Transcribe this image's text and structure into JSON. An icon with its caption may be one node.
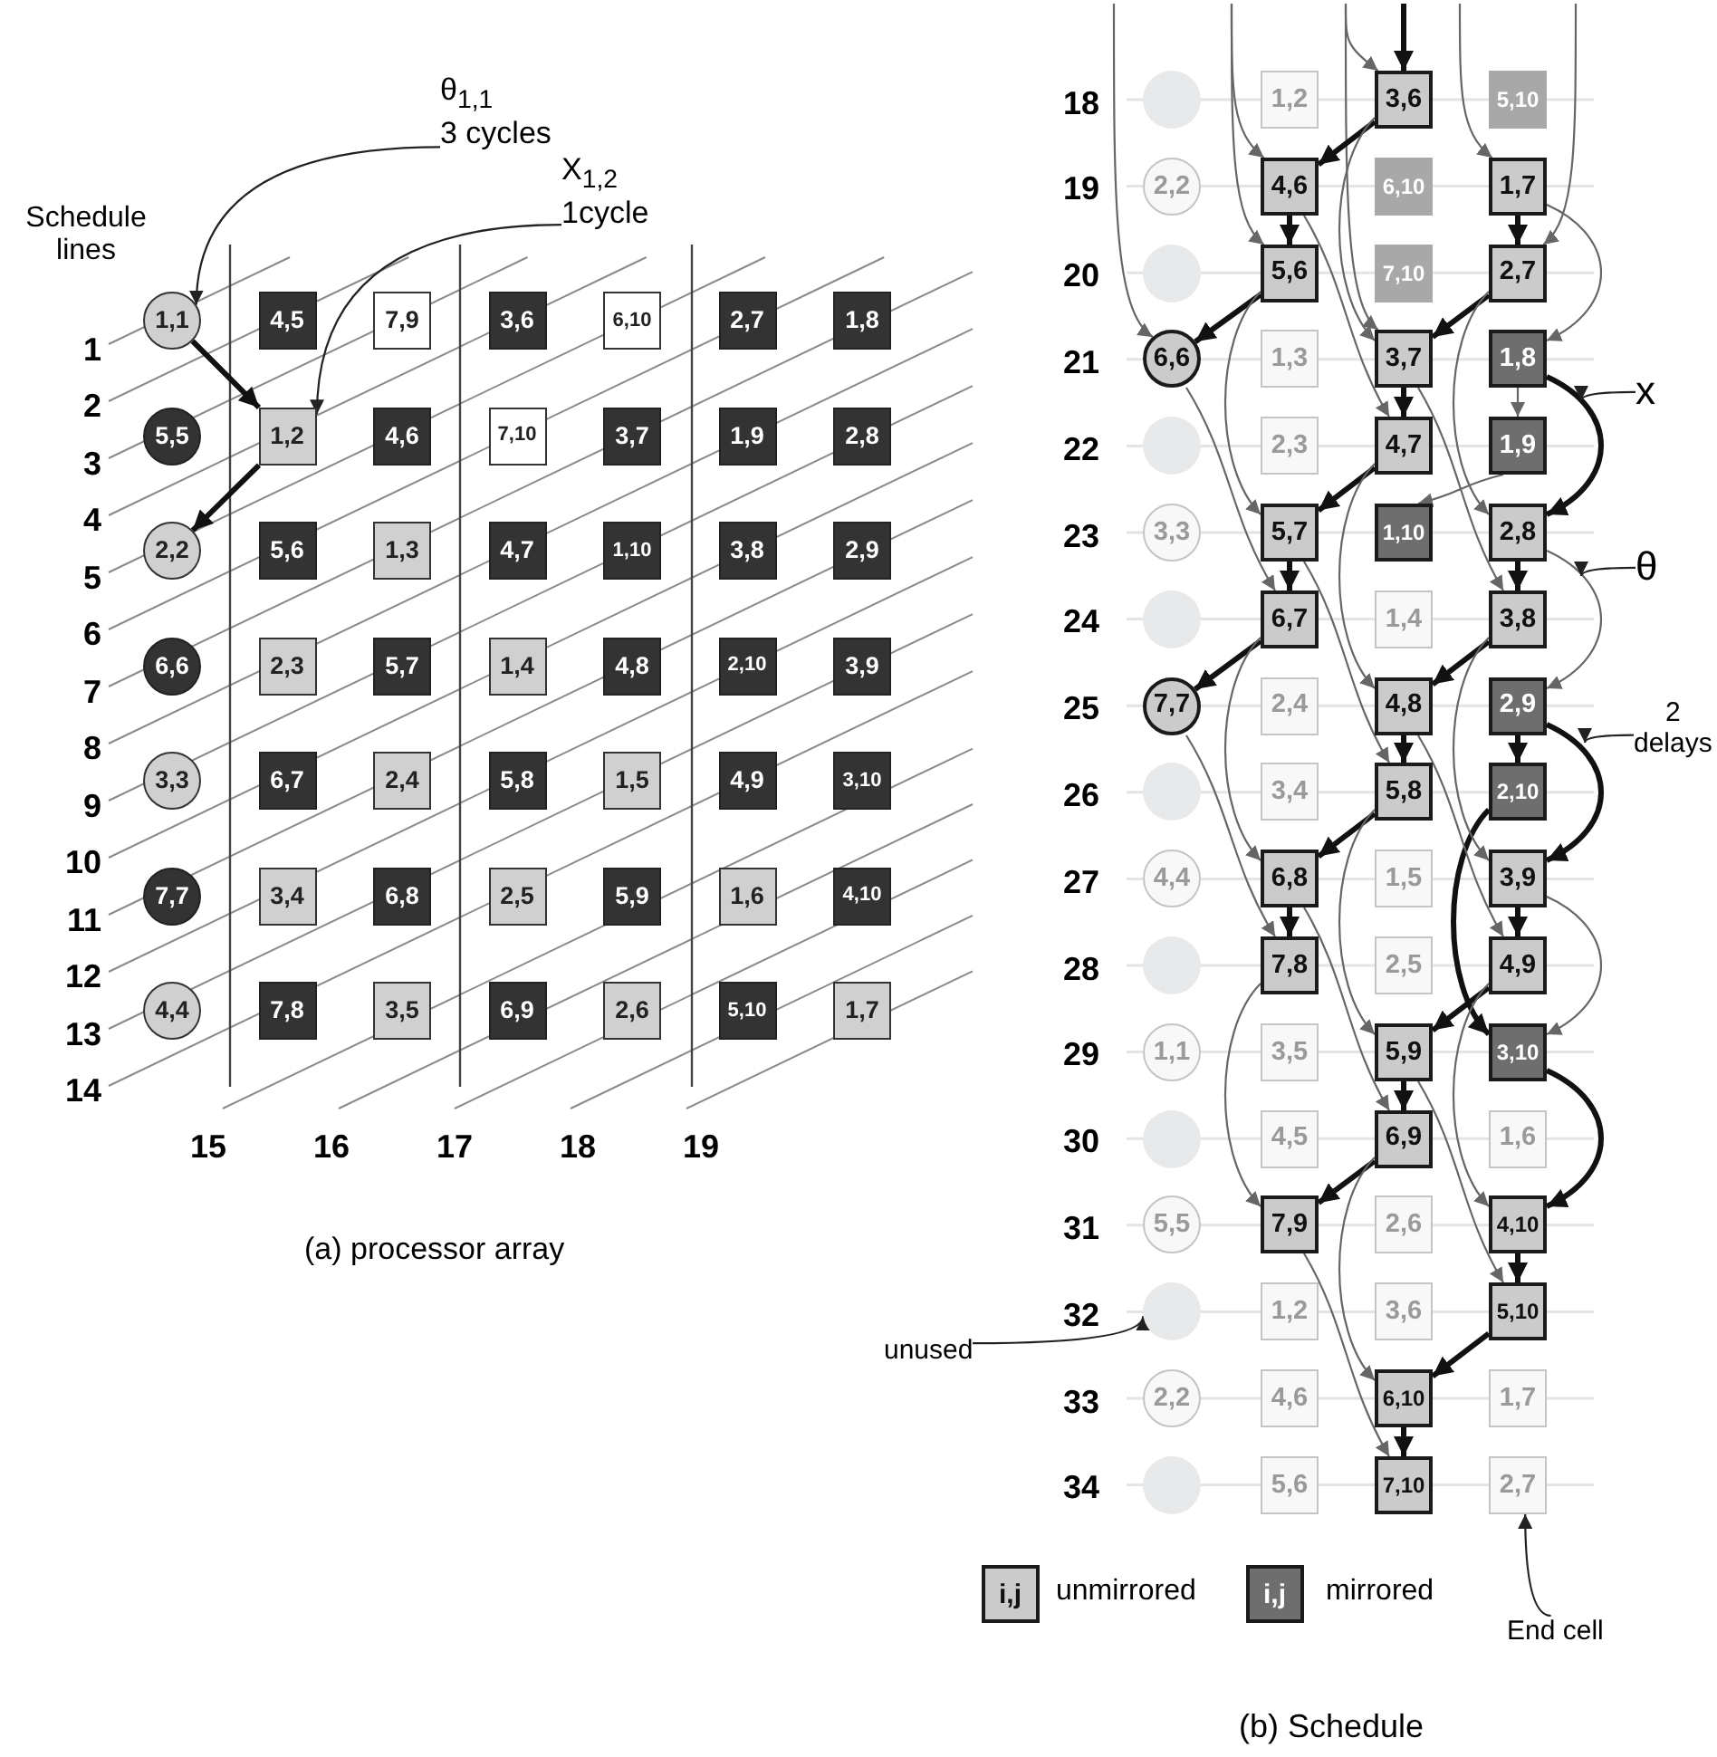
{
  "diagram": {
    "nodes": [
      {
        "text": [
          "θ$_{1,1}$ 3 cycles"
        ]
      },
      {
        "text": [
          "X$_{1,2}$ 1cycle"
        ]
      },
      {
        "text": [
          "1,1"
        ]
      },
      {
        "text": [
          "4,5"
        ]
      },
      {
        "text": [
          "7,9"
        ]
      },
      {
        "text": [
          "3,6"
        ]
      },
      {
        "text": [
          "6,10"
        ]
      },
      {
        "text": [
          "2,7"
        ]
      },
      {
        "text": [
          "1,8"
        ]
      },
      {
        "text": [
          "5,5"
        ]
      },
      {
        "text": [
          "1,2"
        ]
      },
      {
        "text": [
          "4,6"
        ]
      },
      {
        "text": [
          "7,10"
        ]
      },
      {
        "text": [
          "3,7"
        ]
      },
      {
        "text": [
          "1,9"
        ]
      },
      {
        "text": [
          "2,8"
        ]
      },
      {
        "text": [
          "2,2"
        ]
      },
      {
        "text": [
          "5,6"
        ]
      },
      {
        "text": [
          "1,3"
        ]
      },
      {
        "text": [
          "4,7"
        ]
      },
      {
        "text": [
          "1,10"
        ]
      },
      {
        "text": [
          "3,8"
        ]
      },
      {
        "text": [
          "2,9"
        ]
      },
      {
        "text": [
          "6,6"
        ]
      },
      {
        "text": [
          "2,3"
        ]
      },
      {
        "text": [
          "5,7"
        ]
      },
      {
        "text": [
          "1,4"
        ]
      },
      {
        "text": [
          "4,8"
        ]
      },
      {
        "text": [
          "2,10"
        ]
      },
      {
        "text": [
          "3,9"
        ]
      },
      {
        "text": [
          "3,3"
        ]
      },
      {
        "text": [
          "6,7"
        ]
      },
      {
        "text": [
          "2,4"
        ]
      },
      {
        "text": [
          "5,8"
        ]
      },
      {
        "text": [
          "1,5"
        ]
      },
      {
        "text": [
          "4,9"
        ]
      },
      {
        "text": [
          "3,10"
        ]
      },
      {
        "text": [
          "7,7"
        ]
      },
      {
        "text": [
          "3,4"
        ]
      },
      {
        "text": [
          "6,8"
        ]
      },
      {
        "text": [
          "2,5"
        ]
      },
      {
        "text": [
          "5,9"
        ]
      },
      {
        "text": [
          "1,6"
        ]
      },
      {
        "text": [
          "4,10"
        ]
      },
      {
        "text": [
          "4,4"
        ]
      },
      {
        "text": [
          "7,8"
        ]
      },
      {
        "text": [
          "3,5"
        ]
      },
      {
        "text": [
          "6,9"
        ]
      },
      {
        "text": [
          "2,6"
        ]
      },
      {
        "text": [
          "5,10"
        ]
      },
      {
        "text": [
          "1,7"
        ]
      },
      {
        "text": [],
        "shape": "circle"
      },
      {
        "text": [
          "1,2"
        ]
      },
      {
        "text": [
          "3,6"
        ]
      },
      {
        "text": [
          "5,10"
        ]
      },
      {
        "text": [
          "2,2"
        ]
      },
      {
        "text": [
          "4,6"
        ]
      },
      {
        "text": [
          "6,10"
        ]
      },
      {
        "text": [
          "1,7"
        ]
      },
      {
        "text": [],
        "shape": "circle"
      },
      {
        "text": [
          "5,6"
        ]
      },
      {
        "text": [
          "7,10"
        ]
      },
      {
        "text": [
          "2,7"
        ]
      },
      {
        "text": [
          "6,6"
        ]
      },
      {
        "text": [
          "1,3"
        ]
      },
      {
        "text": [
          "3,7"
        ]
      },
      {
        "text": [
          "1,8"
        ]
      },
      {
        "text": [],
        "shape": "circle"
      },
      {
        "text": [
          "2,3"
        ]
      },
      {
        "text": [
          "4,7"
        ]
      },
      {
        "text": [
          "1,9"
        ]
      },
      {
        "text": [
          "3,3"
        ]
      },
      {
        "text": [
          "5,7"
        ]
      },
      {
        "text": [
          "1,10"
        ]
      },
      {
        "text": [
          "2,8"
        ]
      },
      {
        "text": [],
        "shape": "circle"
      },
      {
        "text": [
          "6,7"
        ]
      },
      {
        "text": [
          "1,4"
        ]
      },
      {
        "text": [
          "3,8"
        ]
      },
      {
        "text": [
          "7,7"
        ]
      },
      {
        "text": [
          "2,4"
        ]
      },
      {
        "text": [
          "4,8"
        ]
      },
      {
        "text": [
          "2,9"
        ]
      },
      {
        "text": [],
        "shape": "circle"
      },
      {
        "text": [
          "3,4"
        ]
      },
      {
        "text": [
          "5,8"
        ]
      },
      {
        "text": [
          "2,10"
        ]
      },
      {
        "text": [
          "4,4"
        ]
      },
      {
        "text": [
          "6,8"
        ]
      },
      {
        "text": [
          "1,5"
        ]
      },
      {
        "text": [
          "3,9"
        ]
      },
      {
        "text": [],
        "shape": "circle"
      },
      {
        "text": [
          "7,8"
        ]
      },
      {
        "text": [
          "2,5"
        ]
      },
      {
        "text": [
          "4,9"
        ]
      },
      {
        "text": [
          "1,1"
        ]
      },
      {
        "text": [
          "3,5"
        ]
      },
      {
        "text": [
          "5,9"
        ]
      },
      {
        "text": [
          "3,10"
        ]
      },
      {
        "text": [],
        "shape": "circle"
      },
      {
        "text": [
          "4,5"
        ]
      },
      {
        "text": [
          "6,9"
        ]
      },
      {
        "text": [
          "1,6"
        ]
      },
      {
        "text": [
          "5,5"
        ]
      },
      {
        "text": [
          "7,9"
        ]
      },
      {
        "text": [
          "2,6"
        ]
      },
      {
        "text": [
          "4,10"
        ]
      },
      {
        "text": [],
        "shape": "circle"
      },
      {
        "text": [
          "1,2"
        ]
      },
      {
        "text": [
          "3,6"
        ]
      },
      {
        "text": [
          "5,10"
        ]
      },
      {
        "text": [
          "2,2"
        ]
      },
      {
        "text": [
          "4,6"
        ]
      },
      {
        "text": [
          "6,10"
        ]
      },
      {
        "text": [
          "1,7"
        ]
      },
      {
        "text": [],
        "shape": "circle"
      },
      {
        "text": [
          "5,6"
        ]
      },
      {
        "text": [
          "7,10"
        ]
      },
      {
        "text": [
          "2,7"
        ]
      },
      {
        "text": [
          "x"
        ]
      },
      {
        "text": [
          "θ"
        ]
      },
      {
        "text": [
          "2 delays"
        ]
      },
      {
        "text": [
          "unused"
        ]
      },
      {
        "text": [
          "End cell"
        ]
      }
    ],
    "edges": [
      {
        "from": 2,
        "to": 10,
        "arrow": "to",
        "style": "thick",
        "color": "#111111"
      },
      {
        "from": 10,
        "to": 16,
        "arrow": "to",
        "style": "thick",
        "color": "#111111"
      },
      {
        "from": 0,
        "to": 2,
        "arrow": "to"
      },
      {
        "from": 1,
        "to": 10,
        "arrow": "to"
      },
      {
        "from": null,
        "to": 53,
        "arrow": "to",
        "style": "thick",
        "color": "#111111"
      },
      {
        "from": null,
        "to": 53,
        "arrow": "to"
      },
      {
        "from": null,
        "to": 56,
        "arrow": "to"
      },
      {
        "from": null,
        "to": 58,
        "arrow": "to"
      },
      {
        "from": null,
        "to": 60,
        "arrow": "to"
      },
      {
        "from": null,
        "to": 62,
        "arrow": "to"
      },
      {
        "from": null,
        "to": 63,
        "arrow": "to"
      },
      {
        "from": null,
        "to": 65,
        "arrow": "to"
      },
      {
        "from": 53,
        "to": 56,
        "arrow": "to",
        "style": "thick",
        "color": "#111111"
      },
      {
        "from": 56,
        "to": 60,
        "arrow": "to",
        "style": "thick",
        "color": "#111111"
      },
      {
        "from": 60,
        "to": 63,
        "arrow": "to",
        "style": "thick",
        "color": "#111111"
      },
      {
        "from": 58,
        "to": 62,
        "arrow": "to",
        "style": "thick",
        "color": "#111111"
      },
      {
        "from": 62,
        "to": 65,
        "arrow": "to",
        "style": "thick",
        "color": "#111111"
      },
      {
        "from": 65,
        "to": 69,
        "arrow": "to",
        "style": "thick",
        "color": "#111111"
      },
      {
        "from": 69,
        "to": 72,
        "arrow": "to",
        "style": "thick",
        "color": "#111111"
      },
      {
        "from": 72,
        "to": 76,
        "arrow": "to",
        "style": "thick",
        "color": "#111111"
      },
      {
        "from": 76,
        "to": 79,
        "arrow": "to",
        "style": "thick",
        "color": "#111111"
      },
      {
        "from": 66,
        "to": 74,
        "arrow": "to",
        "style": "thick",
        "color": "#111111"
      },
      {
        "from": 74,
        "to": 78,
        "arrow": "to",
        "style": "thick",
        "color": "#111111"
      },
      {
        "from": 78,
        "to": 81,
        "arrow": "to",
        "style": "thick",
        "color": "#111111"
      },
      {
        "from": 81,
        "to": 85,
        "arrow": "to",
        "style": "thick",
        "color": "#111111"
      },
      {
        "from": 85,
        "to": 88,
        "arrow": "to",
        "style": "thick",
        "color": "#111111"
      },
      {
        "from": 88,
        "to": 92,
        "arrow": "to",
        "style": "thick",
        "color": "#111111"
      },
      {
        "from": 82,
        "to": 86,
        "arrow": "to",
        "style": "thick",
        "color": "#111111"
      },
      {
        "from": 82,
        "to": 90,
        "arrow": "to",
        "style": "thick",
        "color": "#111111"
      },
      {
        "from": 90,
        "to": 94,
        "arrow": "to",
        "style": "thick",
        "color": "#111111"
      },
      {
        "from": 94,
        "to": 97,
        "arrow": "to",
        "style": "thick",
        "color": "#111111"
      },
      {
        "from": 97,
        "to": 101,
        "arrow": "to",
        "style": "thick",
        "color": "#111111"
      },
      {
        "from": 101,
        "to": 104,
        "arrow": "to",
        "style": "thick",
        "color": "#111111"
      },
      {
        "from": 86,
        "to": 98,
        "arrow": "to",
        "style": "thick",
        "color": "#111111"
      },
      {
        "from": 98,
        "to": 106,
        "arrow": "to",
        "style": "thick",
        "color": "#111111"
      },
      {
        "from": 106,
        "to": 110,
        "arrow": "to",
        "style": "thick",
        "color": "#111111"
      },
      {
        "from": 110,
        "to": 113,
        "arrow": "to",
        "style": "thick",
        "color": "#111111"
      },
      {
        "from": 113,
        "to": 117,
        "arrow": "to",
        "style": "thick",
        "color": "#111111"
      },
      {
        "from": 53,
        "to": 65,
        "arrow": "to"
      },
      {
        "from": 56,
        "to": 69,
        "arrow": "to"
      },
      {
        "from": 60,
        "to": 72,
        "arrow": "to"
      },
      {
        "from": 58,
        "to": 66,
        "arrow": "to"
      },
      {
        "from": 62,
        "to": 74,
        "arrow": "to"
      },
      {
        "from": 63,
        "to": 76,
        "arrow": "to"
      },
      {
        "from": 65,
        "to": 78,
        "arrow": "to"
      },
      {
        "from": 66,
        "to": 70,
        "arrow": "to"
      },
      {
        "from": 70,
        "to": 73,
        "arrow": "to"
      },
      {
        "from": 69,
        "to": 81,
        "arrow": "to"
      },
      {
        "from": 72,
        "to": 85,
        "arrow": "to"
      },
      {
        "from": 76,
        "to": 88,
        "arrow": "to"
      },
      {
        "from": 79,
        "to": 92,
        "arrow": "to"
      },
      {
        "from": 74,
        "to": 82,
        "arrow": "to"
      },
      {
        "from": 78,
        "to": 90,
        "arrow": "to"
      },
      {
        "from": 81,
        "to": 94,
        "arrow": "to"
      },
      {
        "from": 85,
        "to": 97,
        "arrow": "to"
      },
      {
        "from": 88,
        "to": 101,
        "arrow": "to"
      },
      {
        "from": 92,
        "to": 104,
        "arrow": "to"
      },
      {
        "from": 90,
        "to": 98,
        "arrow": "to"
      },
      {
        "from": 94,
        "to": 106,
        "arrow": "to"
      },
      {
        "from": 97,
        "to": 110,
        "arrow": "to"
      },
      {
        "from": 101,
        "to": 113,
        "arrow": "to"
      },
      {
        "from": 104,
        "to": 117,
        "arrow": "to"
      },
      {
        "from": 119,
        "to": null,
        "arrow": "to"
      },
      {
        "from": 120,
        "to": null,
        "arrow": "to"
      },
      {
        "from": 121,
        "to": null,
        "arrow": "to"
      },
      {
        "from": 122,
        "to": 107,
        "arrow": "to"
      },
      {
        "from": 123,
        "to": 118,
        "arrow": "to"
      }
    ],
    "labels": [
      "Schedule lines",
      "1",
      "2",
      "3",
      "4",
      "5",
      "6",
      "7",
      "8",
      "9",
      "10",
      "11",
      "12",
      "13",
      "14",
      "15",
      "16",
      "17",
      "18",
      "19",
      "(a) processor array",
      "18",
      "19",
      "20",
      "21",
      "22",
      "23",
      "24",
      "25",
      "26",
      "27",
      "28",
      "29",
      "30",
      "31",
      "32",
      "33",
      "34",
      "i,j",
      "i,j",
      "(b) Schedule"
    ],
    "legend": [
      {
        "text": "unmirrored",
        "color": "#cbcbcb"
      },
      {
        "text": "mirrored",
        "color": "#6e6e6e"
      }
    ]
  }
}
